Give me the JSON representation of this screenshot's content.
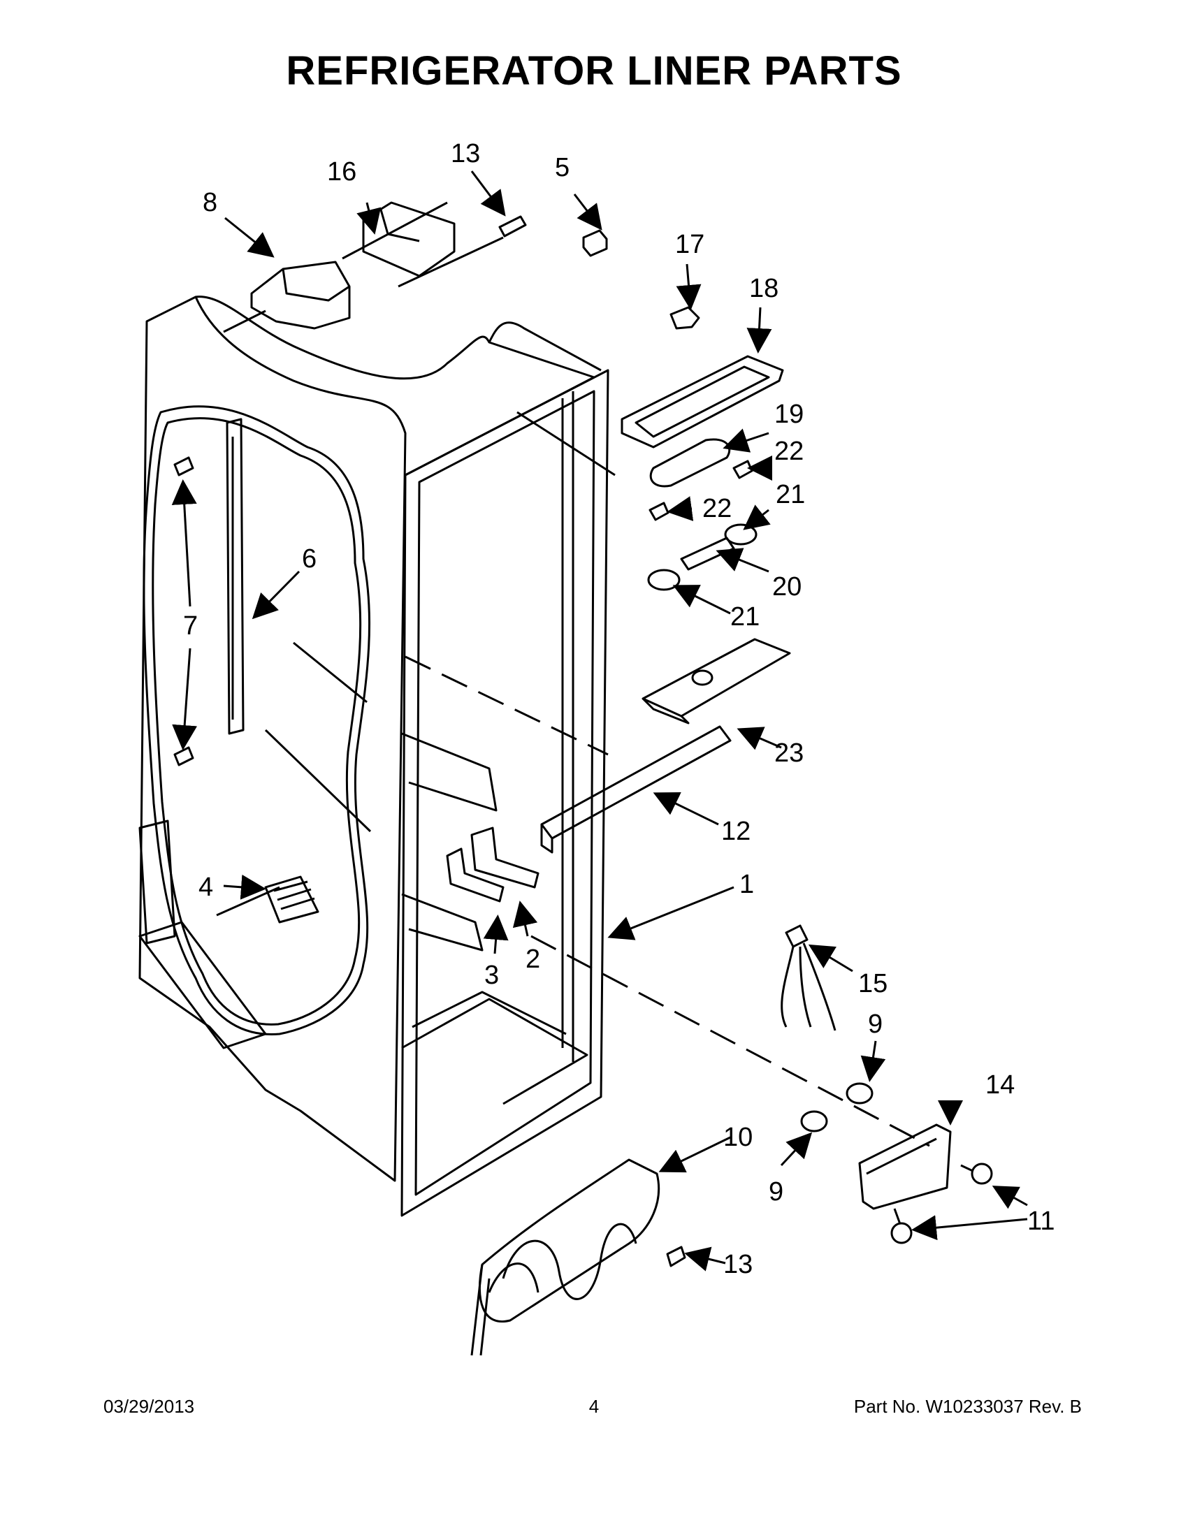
{
  "title": "REFRIGERATOR LINER PARTS",
  "callouts": {
    "c1": "1",
    "c2": "2",
    "c3": "3",
    "c4": "4",
    "c5": "5",
    "c6": "6",
    "c7": "7",
    "c8": "8",
    "c9a": "9",
    "c9b": "9",
    "c10": "10",
    "c11": "11",
    "c12": "12",
    "c13a": "13",
    "c13b": "13",
    "c14": "14",
    "c15": "15",
    "c16": "16",
    "c17": "17",
    "c18": "18",
    "c19": "19",
    "c20": "20",
    "c21a": "21",
    "c21b": "21",
    "c22a": "22",
    "c22b": "22",
    "c23": "23"
  },
  "footer": {
    "date": "03/29/2013",
    "page": "4",
    "part_no": "Part No.  W10233037  Rev.  B"
  }
}
